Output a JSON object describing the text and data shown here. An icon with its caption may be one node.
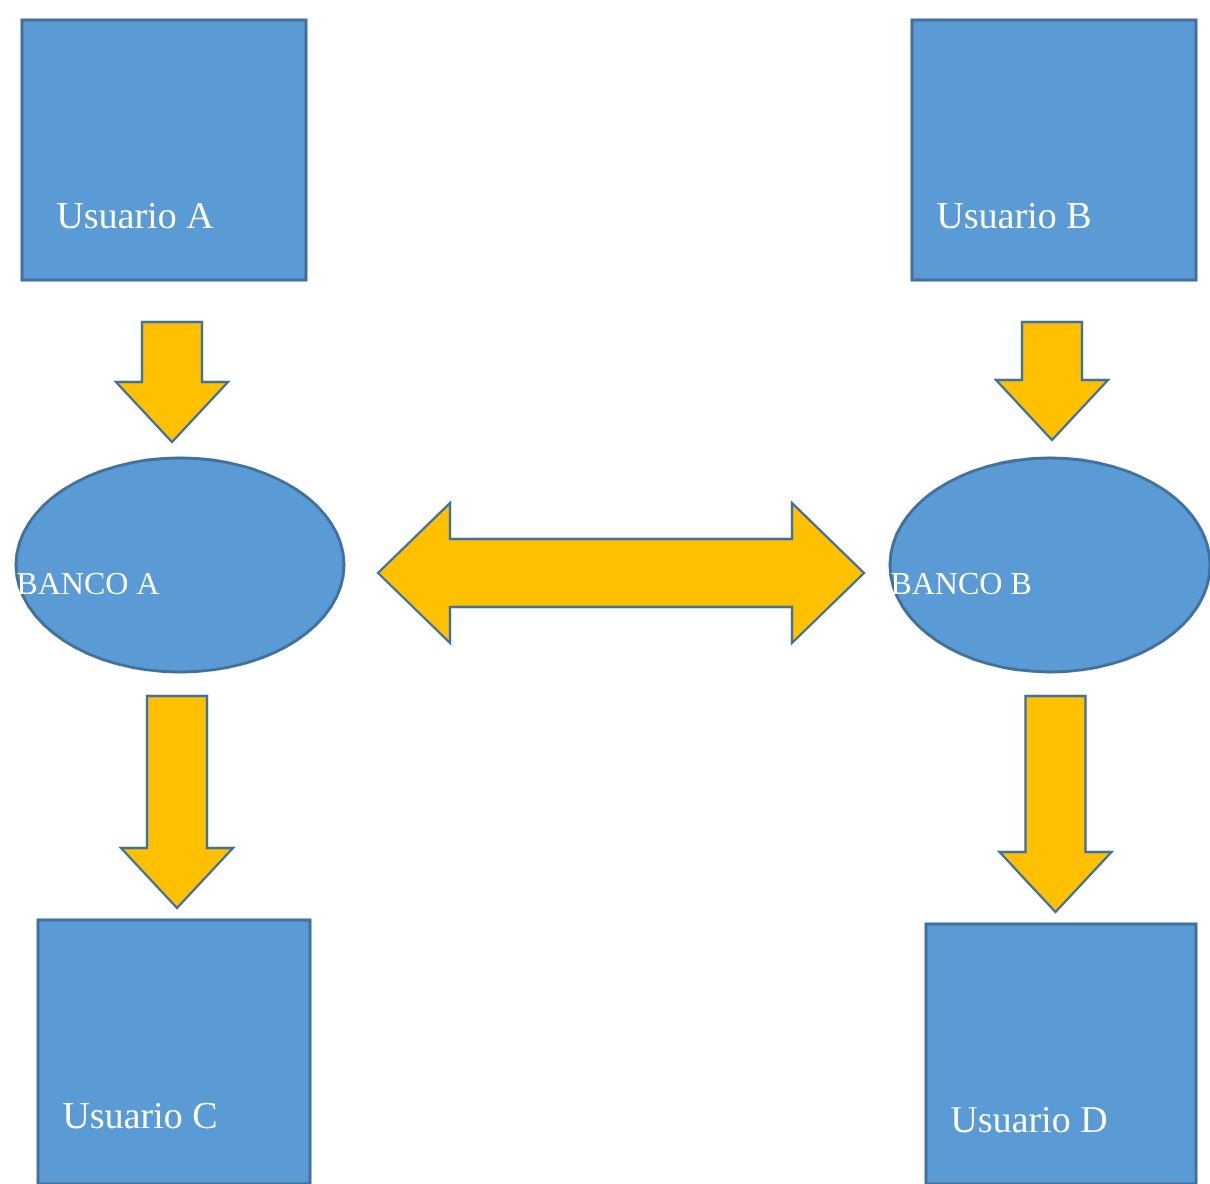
{
  "diagram": {
    "nodes": [
      {
        "text": [
          "Usuario A"
        ]
      },
      {
        "text": [
          "Usuario B"
        ]
      },
      {
        "text": [
          "BANCO A"
        ]
      },
      {
        "text": [
          "BANCO B"
        ]
      },
      {
        "text": [
          "Usuario C"
        ]
      },
      {
        "text": [
          "Usuario D"
        ]
      }
    ],
    "edges": [
      {
        "from": 0,
        "to": 2,
        "arrow": "to"
      },
      {
        "from": 1,
        "to": 3,
        "arrow": "to"
      },
      {
        "from": 2,
        "to": 3,
        "arrow": "both"
      },
      {
        "from": 2,
        "to": 4,
        "arrow": "to"
      },
      {
        "from": 3,
        "to": 5,
        "arrow": "to"
      }
    ]
  }
}
